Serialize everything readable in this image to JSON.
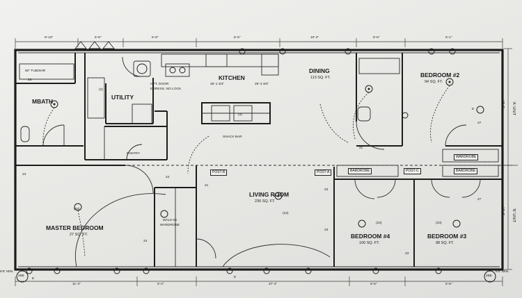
{
  "rooms": {
    "mbath": {
      "name": "MBATH"
    },
    "utility": {
      "name": "UTILITY"
    },
    "kitchen": {
      "name": "KITCHEN"
    },
    "dining": {
      "name": "DINING",
      "area": "113 SQ. FT."
    },
    "bedroom2": {
      "name": "BEDROOM #2",
      "area": "94 SQ. FT."
    },
    "living": {
      "name": "LIVING ROOM",
      "area": "236 SQ. FT."
    },
    "master": {
      "name": "MASTER BEDROOM",
      "area": "27 SQ. FT."
    },
    "bedroom4": {
      "name": "BEDROOM #4",
      "area": "100 SQ. FT."
    },
    "bedroom3": {
      "name": "BEDROOM #3",
      "area": "98 SQ. FT."
    }
  },
  "notes": {
    "tub": "60\" TUB/SHR",
    "opt_door": "OPT. DOOR",
    "egress": "EGRESS, NO LOCK",
    "kitchen_dim": "35'-1 3/4\"",
    "kitchen_dim2": "29'-3 3/4\"",
    "snack_bar": "SNACK BAR",
    "pantry": "PANTRY",
    "walkin": "WALK-IN",
    "wardrobe": "WARDROBE",
    "bardrobe": "BARDROBE",
    "post_a": "POST-A",
    "post_b": "POST-B",
    "post_c": "POST-C",
    "unit_a": "'A' UNIT",
    "unit_b": "'B' UNIT",
    "min_left": "6'6\" MIN.",
    "min_right": "6'6\" MIN."
  },
  "dimensions": {
    "top": [
      "8'-10\"",
      "5'-6\"",
      "5'-8\"",
      "6'-6\"",
      "10'-2\"",
      "5'-5\"",
      "6'-1\""
    ],
    "bottom": [
      "11'-4\"",
      "5'-4\"",
      "27'-4\"",
      "5'-6\"",
      "5'-6\""
    ],
    "right": [
      "13'-4\"",
      "13'-4\""
    ]
  },
  "symbols": {
    "s24": "24",
    "s23": "23",
    "s21": "21",
    "s27": "27",
    "s25": "25",
    "s2": "(2)",
    "s4": "(4)",
    "s23p": "(23)",
    "s24p": "(24)",
    "e": "E",
    "badge": "26B"
  }
}
